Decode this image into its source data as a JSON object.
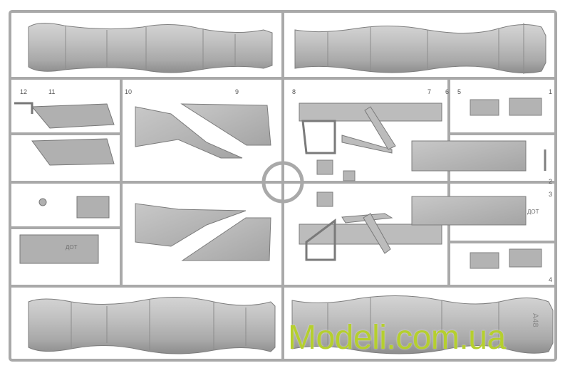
{
  "photo": {
    "subject": "plastic model kit sprue with engine nacelles, wing parts and cockpit panels",
    "colors": {
      "background": "#ffffff",
      "plastic": "#b9b9b9",
      "plastic_dark": "#8f8f8f",
      "plastic_light": "#d3d3d3",
      "watermark": "#b5cf2e"
    }
  },
  "part_numbers": [
    "1",
    "2",
    "3",
    "4",
    "5",
    "6",
    "7",
    "8",
    "9",
    "10",
    "11",
    "12"
  ],
  "watermark_text": "Modeli.com.ua",
  "sprue_code_text": "А48",
  "part_markings": [
    "ДОТ",
    "ДОТ"
  ]
}
